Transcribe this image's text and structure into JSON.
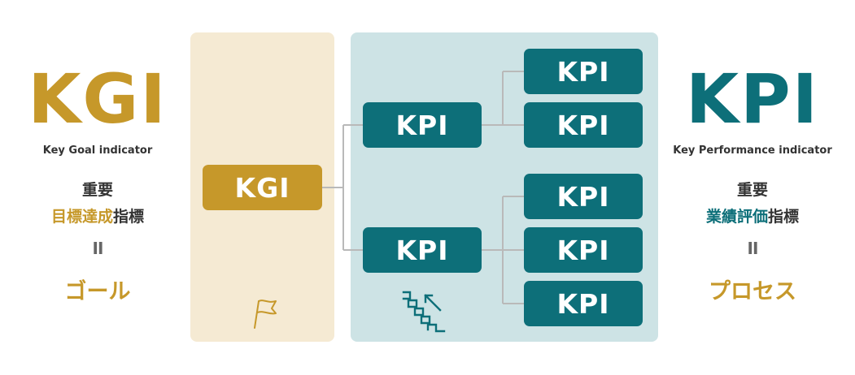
{
  "left": {
    "title": "KGI",
    "subtitle": "Key Goal indicator",
    "line1": "重要",
    "line2_highlight": "目標達成",
    "line2_rest": "指標",
    "equals": "II",
    "result": "ゴール"
  },
  "right": {
    "title": "KPI",
    "subtitle": "Key Performance indicator",
    "line1": "重要",
    "line2_highlight": "業績評価",
    "line2_rest": "指標",
    "equals": "II",
    "result": "プロセス"
  },
  "diagram": {
    "root": "KGI",
    "level1": [
      "KPI",
      "KPI"
    ],
    "level2_group1": [
      "KPI",
      "KPI"
    ],
    "level2_group2": [
      "KPI",
      "KPI",
      "KPI"
    ]
  },
  "colors": {
    "gold": "#c6982a",
    "teal": "#0d6f79",
    "kgi_panel": "#f5ead3",
    "kpi_panel": "#cde3e5",
    "connector": "#b9b9b9"
  },
  "icons": {
    "kgi_panel_icon": "flag-icon",
    "kpi_panel_icon": "stairs-up-icon"
  }
}
